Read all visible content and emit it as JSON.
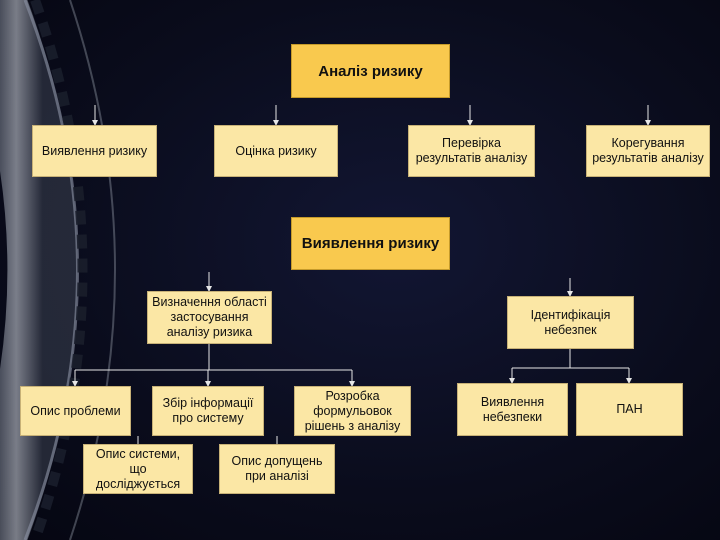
{
  "nodes": [
    {
      "id": "root1",
      "label": "Аналіз ризику",
      "style": "bright"
    },
    {
      "id": "n1",
      "label": "Виявлення ризику"
    },
    {
      "id": "n2",
      "label": "Оцінка ризику"
    },
    {
      "id": "n3",
      "label": "Перевірка\nрезультатів аналізу"
    },
    {
      "id": "n4",
      "label": "Корегування\nрезультатів аналізу"
    },
    {
      "id": "root2",
      "label": "Виявлення ризику",
      "style": "bright"
    },
    {
      "id": "m1",
      "label": "Визначення області\nзастосування\nаналізу ризика"
    },
    {
      "id": "m2",
      "label": "Ідентифікація\nнебезпек"
    },
    {
      "id": "c1",
      "label": "Опис проблеми"
    },
    {
      "id": "c2",
      "label": "Збір інформації\nпро систему"
    },
    {
      "id": "c3",
      "label": "Розробка\nформульовок\nрішень з аналізу"
    },
    {
      "id": "c4",
      "label": "Виявлення\nнебезпеки"
    },
    {
      "id": "c5",
      "label": "ПАН"
    },
    {
      "id": "d1",
      "label": "Опис системи,\nщо\nдосліджується"
    },
    {
      "id": "d2",
      "label": "Опис допущень\nпри аналізі"
    }
  ],
  "edges": [
    {
      "from": "root1",
      "to": "n1"
    },
    {
      "from": "root1",
      "to": "n2"
    },
    {
      "from": "root1",
      "to": "n3"
    },
    {
      "from": "root1",
      "to": "n4"
    },
    {
      "from": "root2",
      "to": "m1"
    },
    {
      "from": "root2",
      "to": "m2"
    },
    {
      "from": "m1",
      "to": "c1"
    },
    {
      "from": "m1",
      "to": "c2"
    },
    {
      "from": "m1",
      "to": "c3"
    },
    {
      "from": "m1",
      "to": "d1"
    },
    {
      "from": "m1",
      "to": "d2"
    },
    {
      "from": "m2",
      "to": "c4"
    },
    {
      "from": "m2",
      "to": "c5"
    }
  ]
}
